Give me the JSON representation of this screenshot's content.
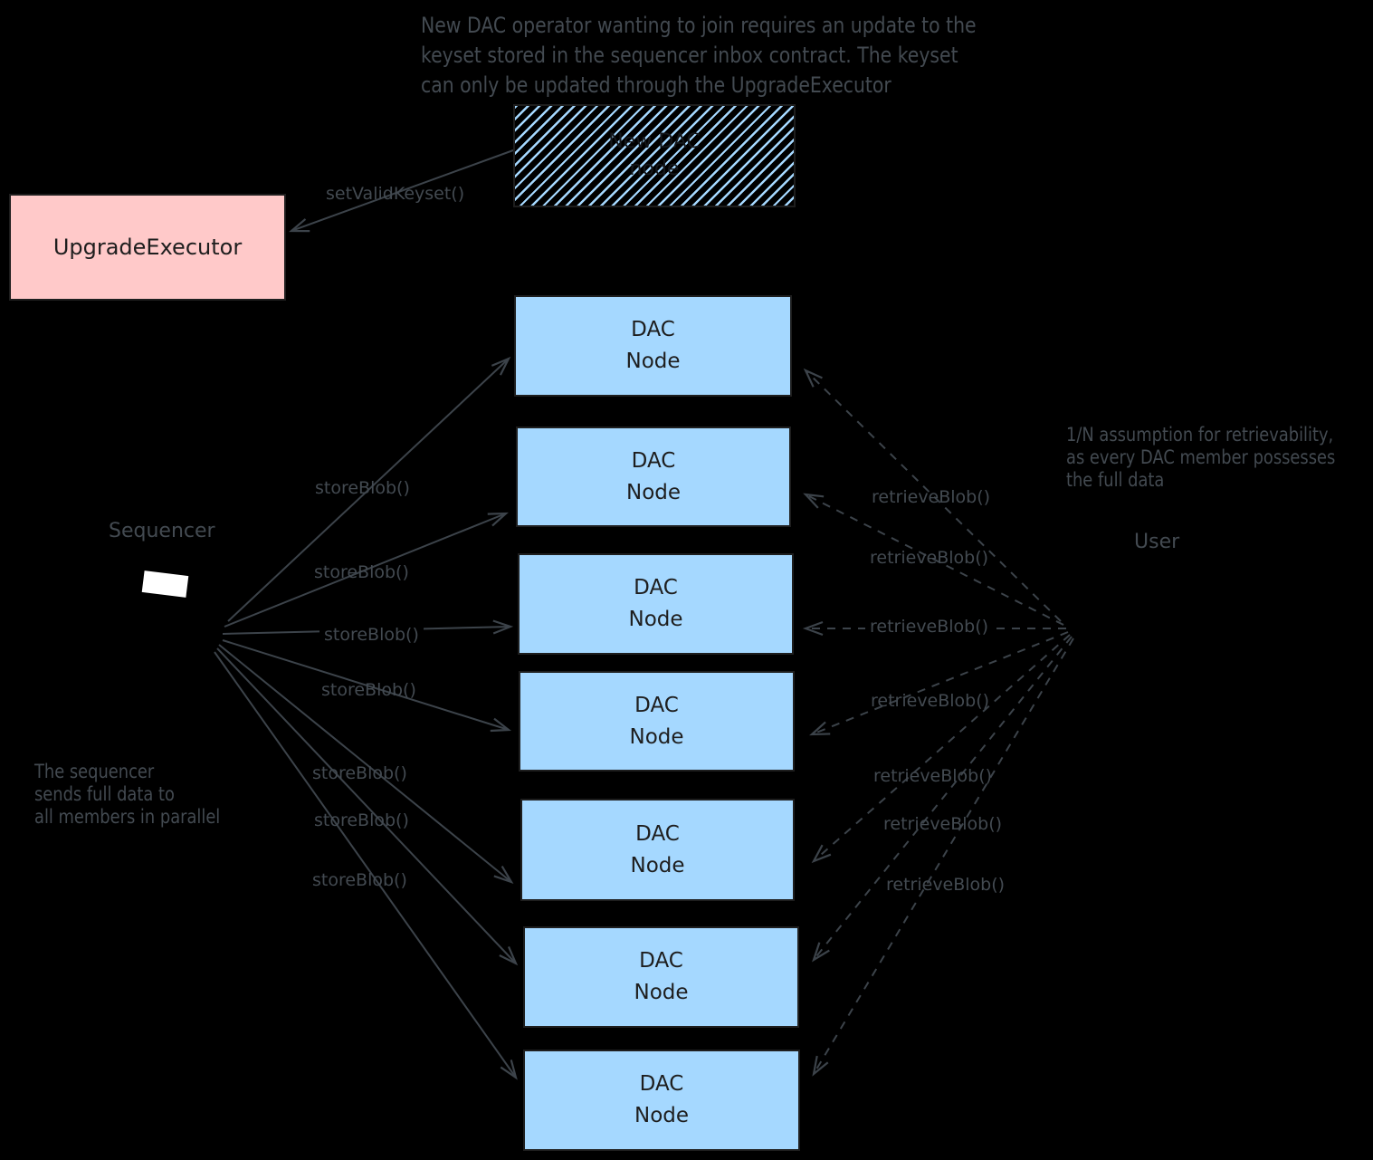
{
  "colors": {
    "background": "#000000",
    "dac_node_fill": "#a5d8ff",
    "upgrade_executor_fill": "#ffc9c9",
    "hatch_stripe": "#a5d8ff",
    "stroke": "#1e1e1e",
    "annotation_text": "#434a51"
  },
  "notes": {
    "top": {
      "lines": [
        "New DAC operator wanting to join requires an update to the",
        "keyset stored in the sequencer inbox contract. The keyset",
        "can only be updated through the UpgradeExecutor"
      ]
    },
    "left": {
      "lines": [
        "The sequencer",
        "sends full data to",
        "all members in parallel"
      ]
    },
    "right": {
      "lines": [
        "1/N assumption for retrievability,",
        "as every DAC member possesses",
        "the full data"
      ]
    }
  },
  "actors": {
    "sequencer": "Sequencer",
    "user": "User"
  },
  "boxes": {
    "upgrade_executor": {
      "label": "UpgradeExecutor"
    },
    "new_dac_node": {
      "line1": "New DAC",
      "line2": "node"
    },
    "dac_node": {
      "line1": "DAC",
      "line2": "Node"
    },
    "dac_node_count": 7
  },
  "calls": {
    "set_valid_keyset": "setValidKeyset()",
    "store_blob": [
      "storeBlob()",
      "storeBlob()",
      "storeBlob()",
      "storeBlob()",
      "storeBlob()",
      "storeBlob()",
      "storeBlob()"
    ],
    "retrieve_blob": [
      "retrieveBlob()",
      "retrieveBlob()",
      "retrieveBlob()",
      "retrieveBlob()",
      "retrieveBlob()",
      "retrieveBlob()",
      "retrieveBlob()"
    ]
  }
}
